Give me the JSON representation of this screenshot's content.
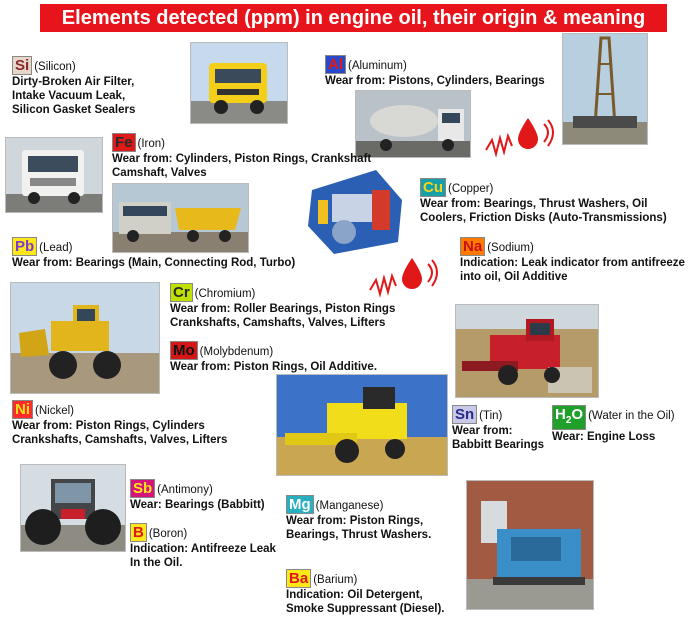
{
  "title": "Elements detected (ppm) in engine oil, their origin & meaning",
  "colors": {
    "title_bg": "#e8141c",
    "Si": "#e8d6c8",
    "Al": "#2a49c8",
    "Fe": "#e01818",
    "Cu": "#18a0a8",
    "Pb": "#ffe71a",
    "Na": "#ff7a00",
    "Cr": "#c0e000",
    "Mo": "#d41616",
    "Ni": "#ff2a2a",
    "Sn": "#c8c8e8",
    "H2O": "#1ea02a",
    "Sb": "#d4147a",
    "B": "#ffe71a",
    "Mg": "#28b0c0",
    "Ba": "#ffe71a"
  },
  "elements": {
    "si": {
      "symbol": "Si",
      "name": "(Silicon)",
      "lines": [
        "Dirty-Broken Air Filter,",
        "Intake Vacuum Leak,",
        "Silicon Gasket Sealers"
      ]
    },
    "al": {
      "symbol": "Al",
      "name": "(Aluminum)",
      "lines": [
        "Wear from: Pistons, Cylinders, Bearings"
      ]
    },
    "fe": {
      "symbol": "Fe",
      "name": "(Iron)",
      "lines": [
        "Wear from: Cylinders, Piston Rings, Crankshaft",
        "Camshaft, Valves"
      ]
    },
    "cu": {
      "symbol": "Cu",
      "name": "(Copper)",
      "lines": [
        "Wear from: Bearings, Thrust Washers, Oil",
        "Coolers, Friction Disks (Auto-Transmissions)"
      ]
    },
    "pb": {
      "symbol": "Pb",
      "name": "(Lead)",
      "lines": [
        "Wear from: Bearings (Main, Connecting Rod, Turbo)"
      ]
    },
    "na": {
      "symbol": "Na",
      "name": "(Sodium)",
      "lines": [
        "Indication: Leak indicator from antifreeze",
        "into oil, Oil Additive"
      ]
    },
    "cr": {
      "symbol": "Cr",
      "name": "(Chromium)",
      "lines": [
        "Wear from: Roller Bearings, Piston Rings",
        "Crankshafts, Camshafts, Valves, Lifters"
      ]
    },
    "mo": {
      "symbol": "Mo",
      "name": "(Molybdenum)",
      "lines": [
        "Wear from: Piston Rings, Oil Additive."
      ]
    },
    "ni": {
      "symbol": "Ni",
      "name": "(Nickel)",
      "lines": [
        "Wear from: Piston Rings, Cylinders",
        "Crankshafts, Camshafts, Valves, Lifters"
      ]
    },
    "sn": {
      "symbol": "Sn",
      "name": "(Tin)",
      "lines": [
        "Wear from:",
        "Babbitt Bearings"
      ]
    },
    "h2o": {
      "symbol_main": "H",
      "symbol_sub": "2",
      "symbol_end": "O",
      "name": "(Water in the Oil)",
      "lines": [
        "Wear: Engine Loss"
      ]
    },
    "sb": {
      "symbol": "Sb",
      "name": "(Antimony)",
      "lines": [
        "Wear: Bearings (Babbitt)"
      ]
    },
    "b": {
      "symbol": "B",
      "name": "(Boron)",
      "lines": [
        "Indication: Antifreeze Leak",
        "In the Oil."
      ]
    },
    "mg": {
      "symbol": "Mg",
      "name": "(Manganese)",
      "lines": [
        "Wear from: Piston Rings,",
        "Bearings, Thrust Washers."
      ]
    },
    "ba": {
      "symbol": "Ba",
      "name": "(Barium)",
      "lines": [
        "Indication:  Oil Detergent,",
        "Smoke Suppressant (Diesel)."
      ]
    }
  },
  "photos": [
    {
      "id": "truck-yellow",
      "icon": "truck-photo"
    },
    {
      "id": "drill-rig",
      "icon": "drill-rig-photo"
    },
    {
      "id": "mixer-truck",
      "icon": "mixer-truck-photo"
    },
    {
      "id": "white-truck",
      "icon": "truck-photo"
    },
    {
      "id": "volvo-fleet",
      "icon": "truck-photo"
    },
    {
      "id": "engine-cutaway",
      "icon": "engine-photo"
    },
    {
      "id": "wheel-loader",
      "icon": "loader-photo"
    },
    {
      "id": "red-harvester",
      "icon": "harvester-photo"
    },
    {
      "id": "combine-harvester",
      "icon": "harvester-photo"
    },
    {
      "id": "tractor",
      "icon": "tractor-photo"
    },
    {
      "id": "generator",
      "icon": "generator-photo"
    }
  ]
}
